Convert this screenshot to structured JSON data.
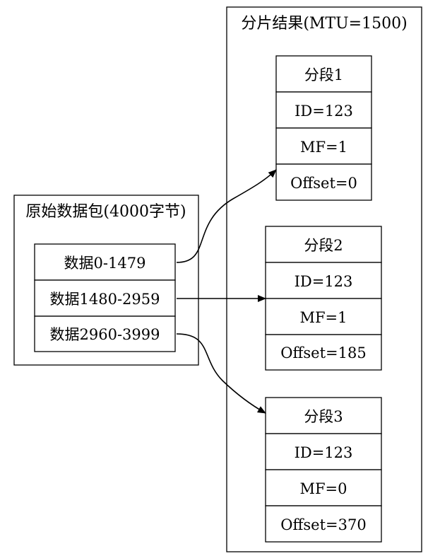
{
  "source_packet": {
    "title": "原始数据包(4000字节)",
    "rows": [
      "数据0-1479",
      "数据1480-2959",
      "数据2960-3999"
    ]
  },
  "fragments_cluster": {
    "title": "分片结果(MTU=1500)",
    "fragments": [
      {
        "fields": [
          "分段1",
          "ID=123",
          "MF=1",
          "Offset=0"
        ]
      },
      {
        "fields": [
          "分段2",
          "ID=123",
          "MF=1",
          "Offset=185"
        ]
      },
      {
        "fields": [
          "分段3",
          "ID=123",
          "MF=0",
          "Offset=370"
        ]
      }
    ]
  },
  "edges": [
    {
      "from": "数据0-1479",
      "to": "分段1"
    },
    {
      "from": "数据1480-2959",
      "to": "分段2"
    },
    {
      "from": "数据2960-3999",
      "to": "分段3"
    }
  ]
}
